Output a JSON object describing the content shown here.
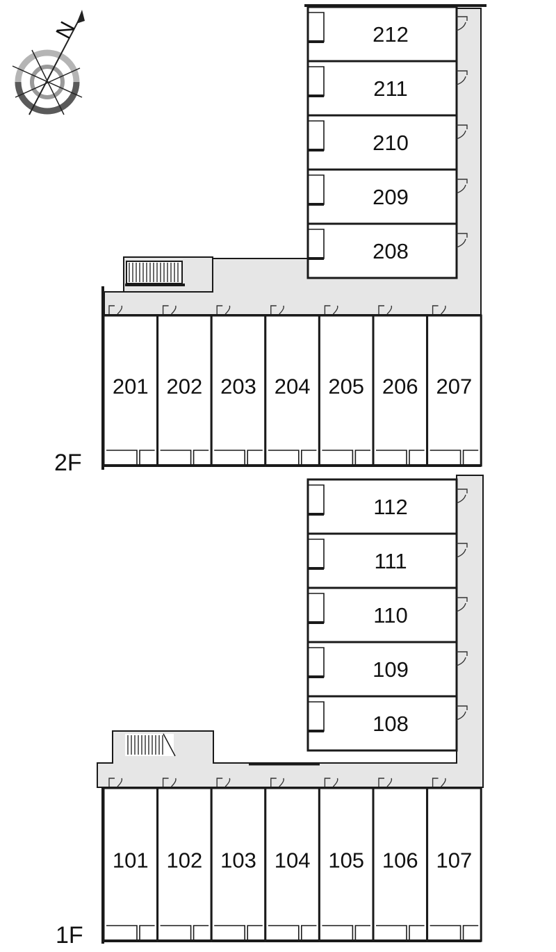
{
  "compass": {
    "icon": "north-arrow-compass-icon",
    "north_label": "N"
  },
  "floors": [
    {
      "label": "2F",
      "wing_units": [
        "212",
        "211",
        "210",
        "209",
        "208"
      ],
      "row_units": [
        "201",
        "202",
        "203",
        "204",
        "205",
        "206",
        "207"
      ]
    },
    {
      "label": "1F",
      "wing_units": [
        "112",
        "111",
        "110",
        "109",
        "108"
      ],
      "row_units": [
        "101",
        "102",
        "103",
        "104",
        "105",
        "106",
        "107"
      ]
    }
  ],
  "colors": {
    "wall": "#1a1a1a",
    "corridor": "#e6e6e6",
    "background": "#ffffff"
  }
}
